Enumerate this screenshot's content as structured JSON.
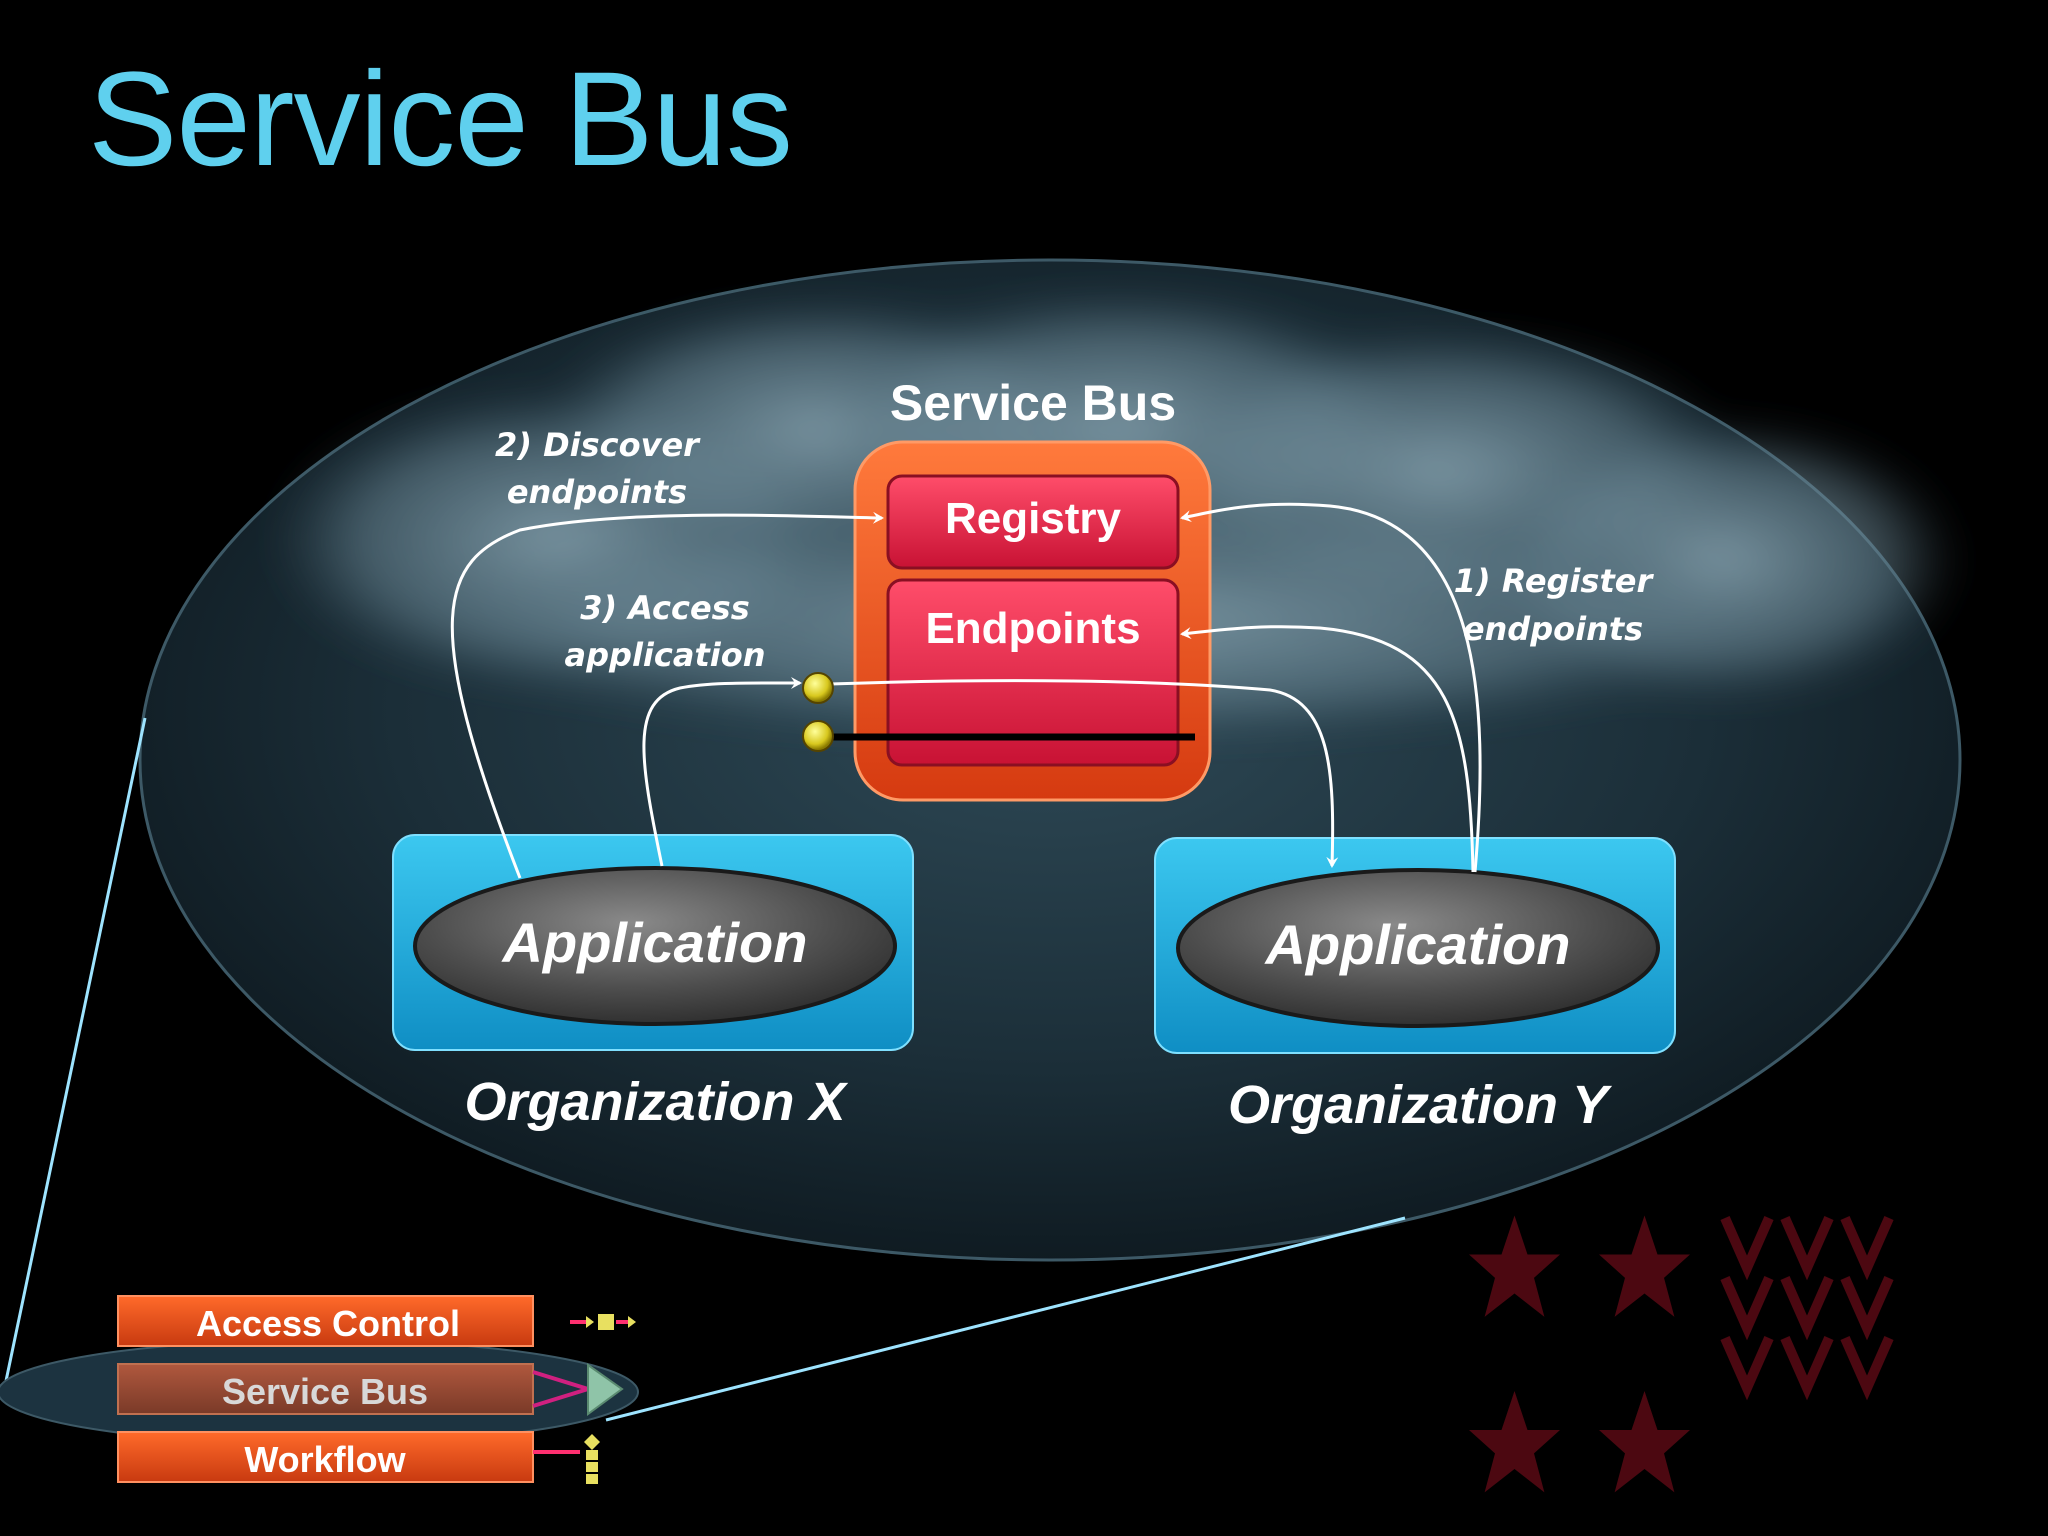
{
  "slide": {
    "title": "Service Bus"
  },
  "diagram": {
    "service_bus_label": "Service Bus",
    "registry_label": "Registry",
    "endpoints_label": "Endpoints",
    "step_discover": [
      "2) Discover",
      "endpoints"
    ],
    "step_access": [
      "3) Access",
      "application"
    ],
    "step_register": [
      "1) Register",
      "endpoints"
    ],
    "org_x": {
      "app_label": "Application",
      "org_label": "Organization X"
    },
    "org_y": {
      "app_label": "Application",
      "org_label": "Organization Y"
    }
  },
  "legend": {
    "items": [
      "Access Control",
      "Service Bus",
      "Workflow"
    ],
    "highlighted": "Service Bus"
  },
  "colors": {
    "title": "#5fd0ee",
    "bus_orange": "#f0561a",
    "bus_red": "#e0203f",
    "org_blue": "#1fb0e0",
    "app_gray": "#5a5a5a"
  }
}
